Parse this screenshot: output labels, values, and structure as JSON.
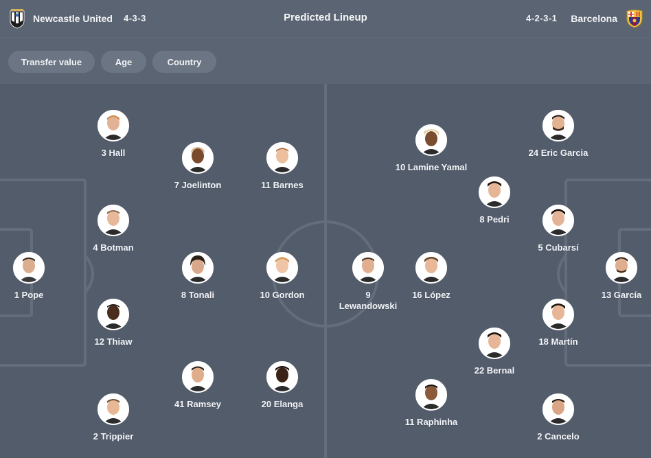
{
  "header": {
    "home_team": "Newcastle United",
    "home_formation": "4-3-3",
    "title": "Predicted Lineup",
    "away_formation": "4-2-3-1",
    "away_team": "Barcelona",
    "home_crest_icon": "newcastle-crest-icon",
    "away_crest_icon": "barcelona-crest-icon"
  },
  "filters": [
    {
      "label": "Transfer value"
    },
    {
      "label": "Age"
    },
    {
      "label": "Country"
    }
  ],
  "colors": {
    "header_bg": "#5b6472",
    "pitch_bg": "#535c6b",
    "chip_bg": "#6c7583",
    "line": "#646d7b"
  },
  "home_players": [
    {
      "name": "3 Hall"
    },
    {
      "name": "7 Joelinton"
    },
    {
      "name": "11 Barnes"
    },
    {
      "name": "4 Botman"
    },
    {
      "name": "1 Pope"
    },
    {
      "name": "8 Tonali"
    },
    {
      "name": "10 Gordon"
    },
    {
      "name": "12 Thiaw"
    },
    {
      "name": "41 Ramsey"
    },
    {
      "name": "20 Elanga"
    },
    {
      "name": "2 Trippier"
    }
  ],
  "away_players": [
    {
      "name": "10 Lamine Yamal"
    },
    {
      "name": "24 Eric Garcia"
    },
    {
      "name": "8 Pedri"
    },
    {
      "name": "5 Cubarsí"
    },
    {
      "name": "9 Lewandowski"
    },
    {
      "name": "16 López"
    },
    {
      "name": "13 García"
    },
    {
      "name": "18 Martín"
    },
    {
      "name": "22 Bernal"
    },
    {
      "name": "11 Raphinha"
    },
    {
      "name": "2 Cancelo"
    }
  ]
}
